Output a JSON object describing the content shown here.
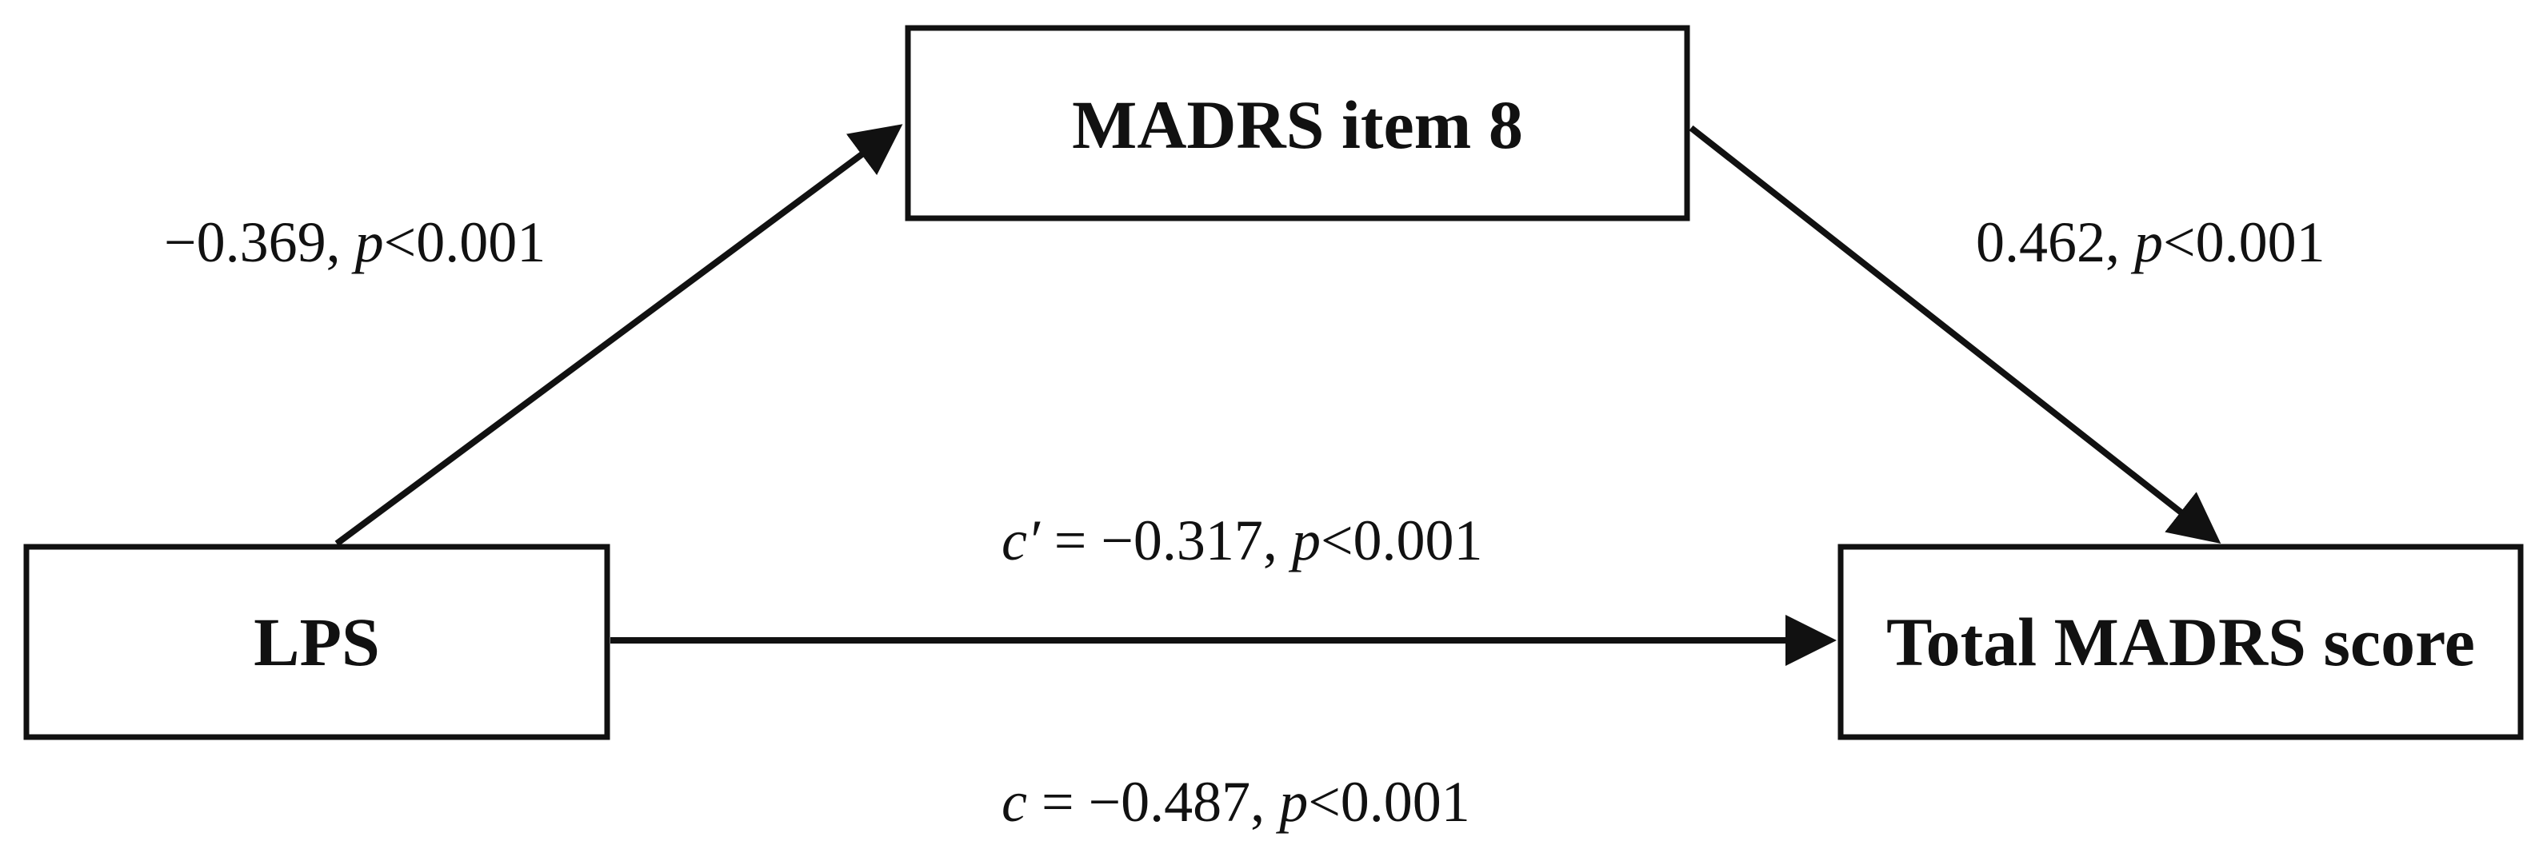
{
  "nodes": {
    "mediator": "MADRS item 8",
    "predictor": "LPS",
    "outcome": "Total MADRS score"
  },
  "paths": {
    "a": {
      "value": "−0.369, ",
      "p_symbol": "p",
      "p_value": "<0.001"
    },
    "b": {
      "value": "0.462, ",
      "p_symbol": "p",
      "p_value": "<0.001"
    },
    "direct": {
      "label": "c′",
      "value": " = −0.317, ",
      "p_symbol": "p",
      "p_value": "<0.001"
    },
    "total": {
      "label": "c",
      "value": " = −0.487, ",
      "p_symbol": "p",
      "p_value": "<0.001"
    }
  }
}
